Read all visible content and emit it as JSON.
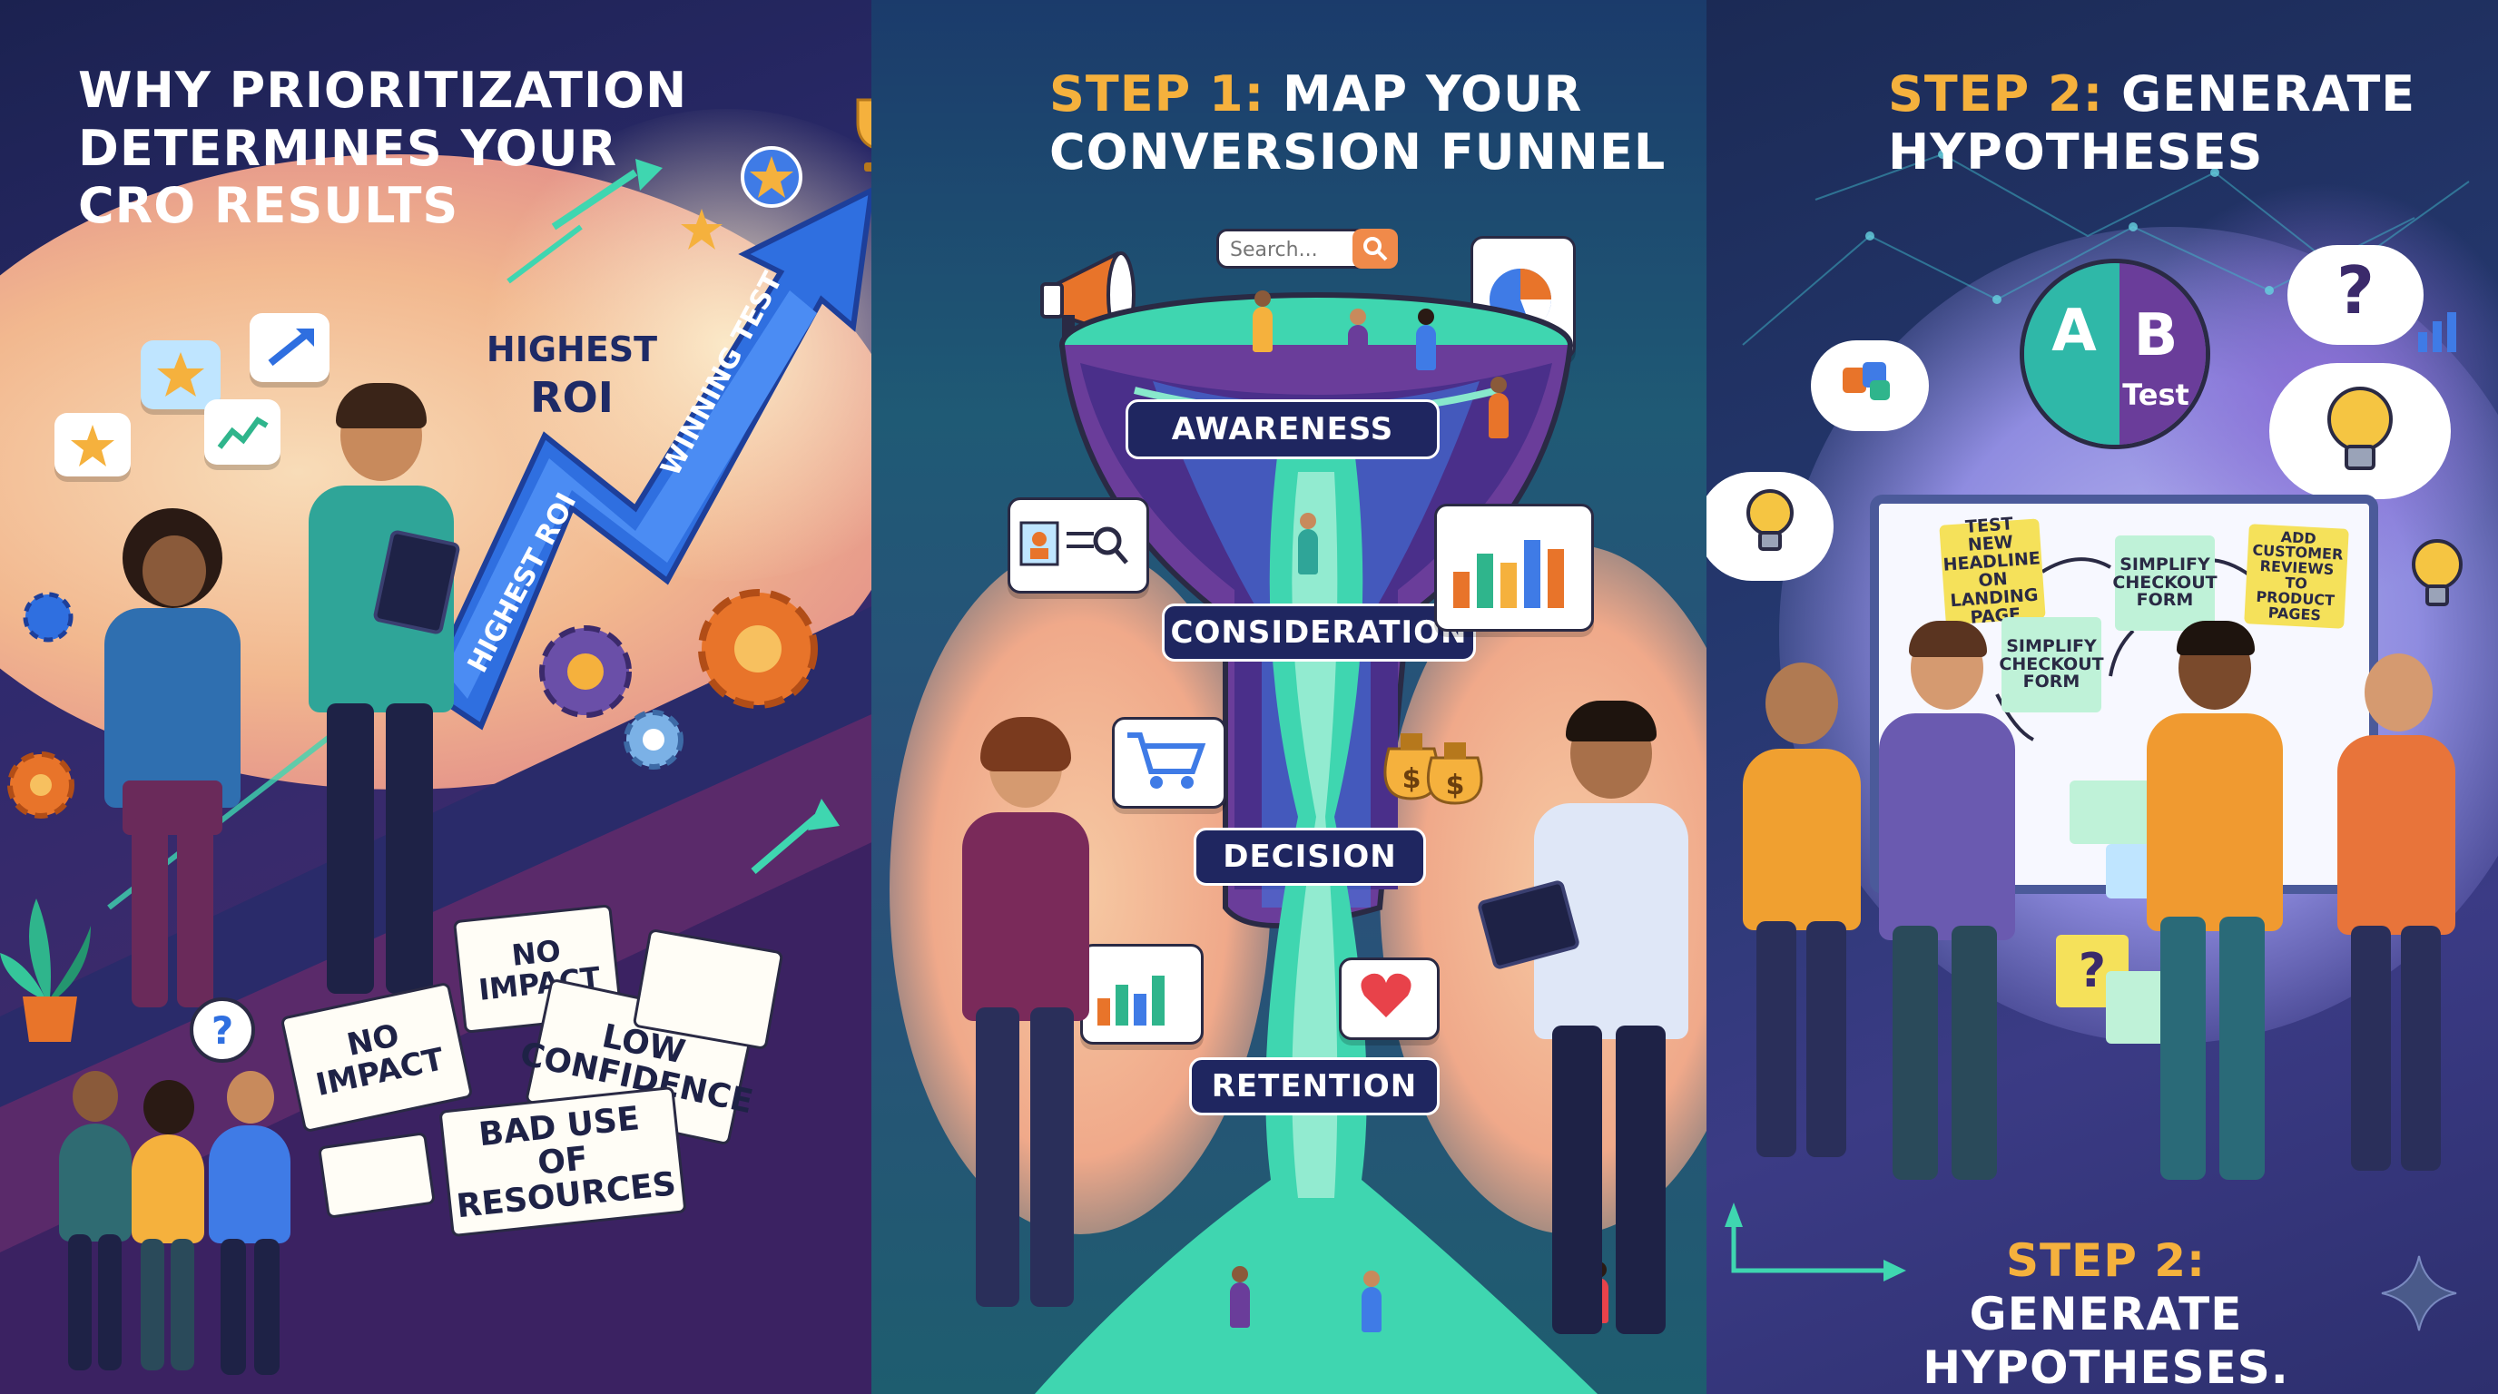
{
  "panel1": {
    "title_line1": "WHY PRIORITIZATION",
    "title_line2": "DETERMINES YOUR",
    "title_line3": "CRO RESULTS",
    "highest_roi_label1": "HIGHEST",
    "highest_roi_label2": "ROI",
    "arrow_text_highest": "HIGHEST ROI",
    "arrow_text_winning": "WINNING TEST",
    "papers": [
      {
        "text": "NO IMPACT"
      },
      {
        "text": "NO IMPACT"
      },
      {
        "text": "LOW CONFIDENCE"
      },
      {
        "text": "BAD USE OF RESOURCES"
      }
    ]
  },
  "panel2": {
    "title_prefix": "STEP 1:",
    "title_rest": " MAP YOUR",
    "title_line2": "CONVERSION FUNNEL",
    "search_placeholder": "Search...",
    "stages": {
      "awareness": "AWARENESS",
      "consideration": "CONSIDERATION",
      "decision": "DECISION",
      "retention": "RETENTION"
    }
  },
  "panel3": {
    "title_prefix": "STEP 2:",
    "title_rest": " GENERATE",
    "title_line2": "HYPOTHESES",
    "ab_a": "A",
    "ab_b": "B",
    "ab_test": "Test",
    "notes": [
      {
        "text": "TEST NEW HEADLINE ON LANDING PAGE"
      },
      {
        "text": "SIMPLIFY CHECKOUT FORM"
      },
      {
        "text": "ADD CUSTOMER REVIEWS TO PRODUCT PAGES"
      },
      {
        "text": "SIMPLIFY CHECKOUT FORM"
      }
    ],
    "footer_prefix": "STEP 2:",
    "footer_rest": " GENERATE",
    "footer_line2": "HYPOTHESES."
  },
  "colors": {
    "accent_orange": "#f5b13d",
    "navy": "#1f2660",
    "teal": "#3fd6b0",
    "purple": "#6a3d9a"
  }
}
